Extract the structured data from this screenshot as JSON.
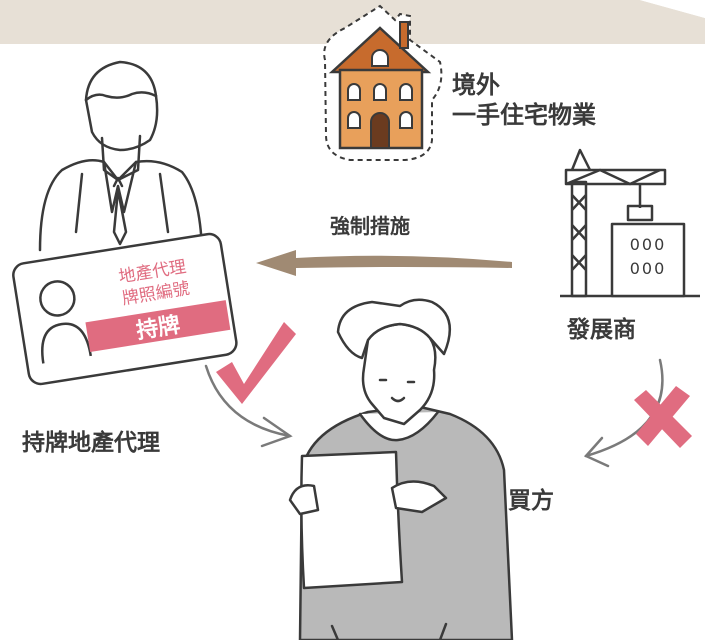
{
  "labels": {
    "property_line1": "境外",
    "property_line2": "一手住宅物業",
    "enforcement": "強制措施",
    "developer": "發展商",
    "licensed_agent": "持牌地產代理",
    "buyer": "買方",
    "card_line1": "地產代理",
    "card_line2": "牌照編號",
    "card_stamp": "持牌",
    "window_text": "000"
  },
  "colors": {
    "header_band": "#e7e0d6",
    "house": "#e8a05b",
    "brown_arrow": "#a08a73",
    "accent_pink": "#e06c80",
    "sweater_grey": "#b9b9b9",
    "line": "#3a3a3a"
  },
  "icons": [
    "house-icon",
    "crane-building-icon",
    "agent-figure",
    "license-card",
    "buyer-figure",
    "check-mark-icon",
    "cross-mark-icon"
  ]
}
